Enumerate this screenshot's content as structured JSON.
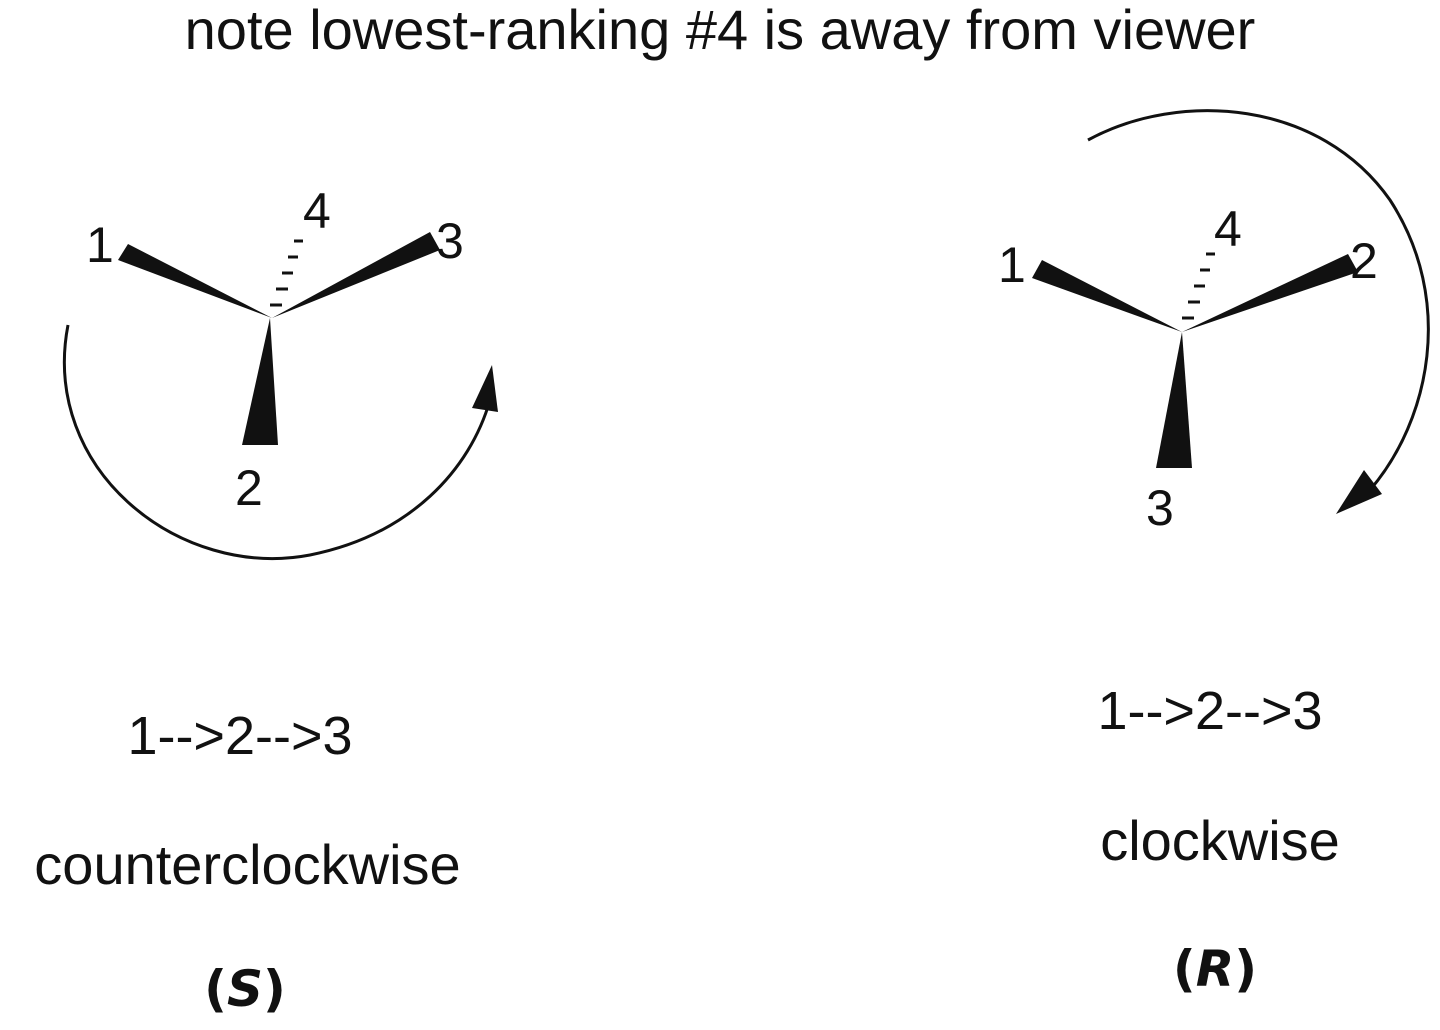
{
  "caption": "note lowest-ranking #4 is away from viewer",
  "left": {
    "labels": {
      "top_left": "1",
      "back": "4",
      "top_right": "3",
      "bottom": "2"
    },
    "sequence": "1-->2-->3",
    "direction": "counterclockwise",
    "config_open": "(",
    "config_letter": "S",
    "config_close": ")"
  },
  "right": {
    "labels": {
      "top_left": "1",
      "back": "4",
      "top_right": "2",
      "bottom": "3"
    },
    "sequence": "1-->2-->3",
    "direction": "clockwise",
    "config_open": "(",
    "config_letter": "R",
    "config_close": ")"
  }
}
